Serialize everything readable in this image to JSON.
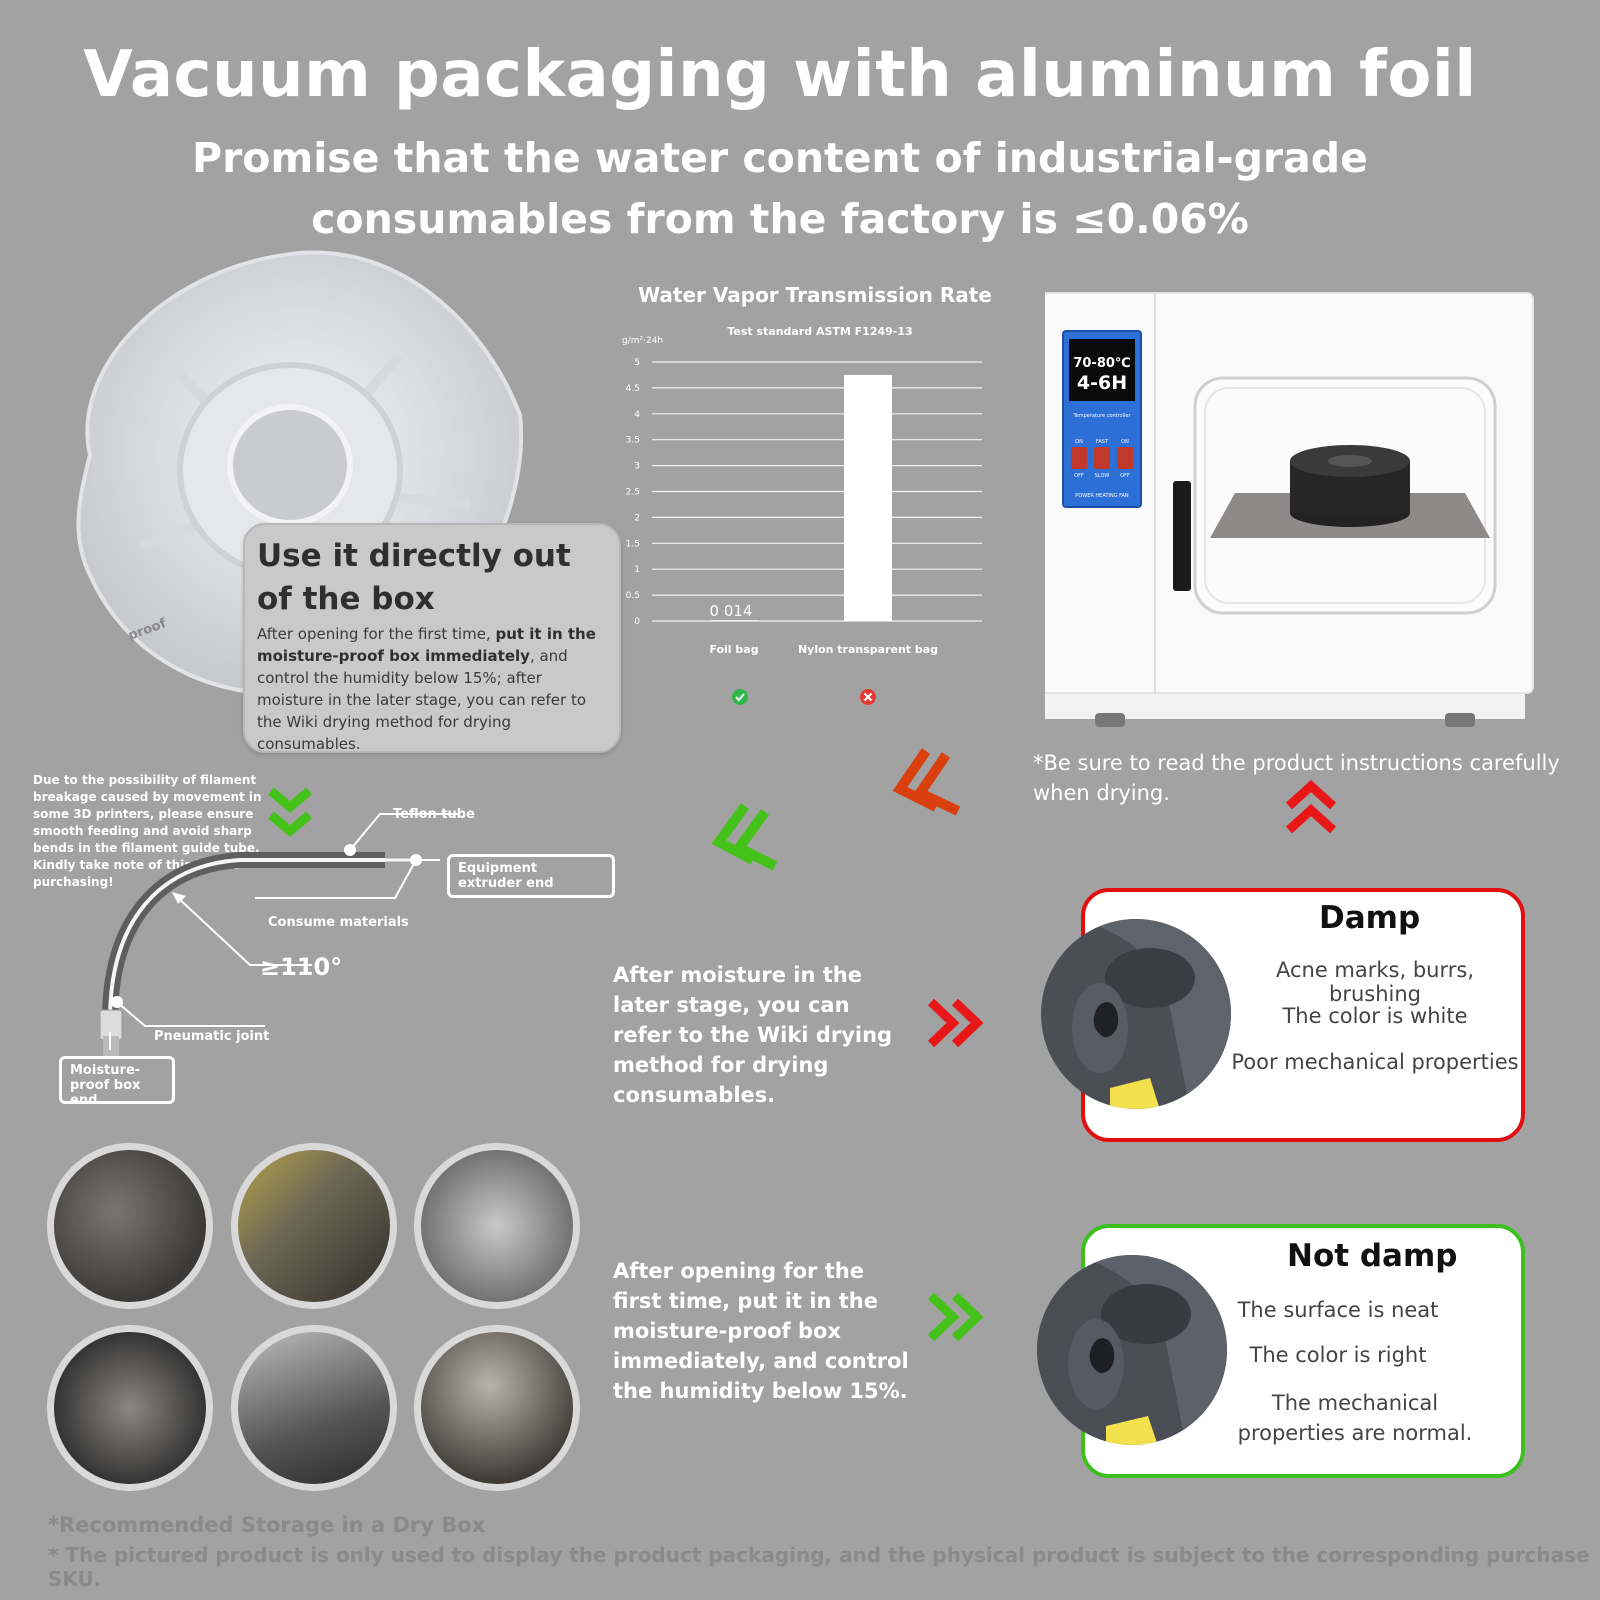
{
  "header": {
    "title": "Vacuum packaging with aluminum foil",
    "subtitle_line1": "Promise that the water content of industrial-grade",
    "subtitle_line2": "consumables from the factory is ≤0.06%"
  },
  "spool": {
    "edge_text": "proof",
    "icon": "sealed-spool-icon"
  },
  "info_card": {
    "heading": "Use it directly out of the box",
    "text_a": "After opening for the first time, ",
    "text_b": "put it in the moisture-proof box immediately",
    "text_c": ", and control the humidity below 15%; after moisture in the later stage, you can refer to the Wiki drying method for drying consumables."
  },
  "chart_data": {
    "type": "bar",
    "title": "Water Vapor Transmission Rate",
    "subtitle": "Test standard ASTM F1249-13",
    "ylabel": "g/m²·24h",
    "categories": [
      "Foil bag",
      "Nylon transparent bag"
    ],
    "values": [
      0.014,
      4.75
    ],
    "data_labels": [
      "0 014",
      ""
    ],
    "ylim": [
      0,
      5
    ],
    "yticks": [
      "0",
      "0.5",
      "1",
      "1.5",
      "2",
      "2.5",
      "3",
      "3.5",
      "4",
      "4.5",
      "5"
    ],
    "grid": true,
    "category_marks": [
      "check-icon",
      "cross-icon"
    ],
    "colors": {
      "bar": "#ffffff",
      "good": "#2fb84a",
      "bad": "#e53935"
    }
  },
  "oven": {
    "display_temp": "70-80℃",
    "display_time": "4-6H",
    "panel_caption": "Temperature controller",
    "switch_labels": [
      "ON",
      "FAST",
      "ON"
    ],
    "switch_labels_bottom": [
      "OFF",
      "SLOW",
      "OFF"
    ],
    "panel_footer": "POWER HEATING   FAN",
    "note": "*Be sure to read the product instructions carefully when drying."
  },
  "filament_note": "Due to the possibility of filament breakage caused by movement in some 3D printers, please ensure smooth feeding and avoid sharp bends in the filament guide tube. Kindly take note of this before purchasing!",
  "tube_diagram": {
    "teflon_label": "Teflon tube",
    "extruder_label": "Equipment extruder end",
    "consume_label": "Consume materials",
    "angle_label": "≥110°",
    "joint_label": "Pneumatic joint",
    "box_label": "Moisture-proof box end"
  },
  "middle": {
    "later_text": "After moisture in the later stage, you can refer to the Wiki drying method for drying consumables.",
    "first_text": "After opening for the first time, put it in the moisture-proof box immediately, and control the humidity below 15%."
  },
  "damp": {
    "title": "Damp",
    "items": [
      "Acne marks, burrs, brushing",
      "The color is white",
      "Poor mechanical properties"
    ],
    "border_color": "#e01010"
  },
  "not_damp": {
    "title": "Not damp",
    "items": [
      "The surface is neat",
      "The color is right",
      "The mechanical properties are normal."
    ],
    "border_color": "#3cc01e"
  },
  "footer": {
    "line1": "*Recommended Storage in a Dry Box",
    "line2": "* The pictured product is only used to display the product packaging, and the physical product is subject to the corresponding purchase SKU."
  },
  "colors": {
    "background": "#a2a2a2",
    "green_arrow": "#44c21a",
    "red_arrow": "#e81818",
    "orange_arrow": "#d9400e"
  }
}
